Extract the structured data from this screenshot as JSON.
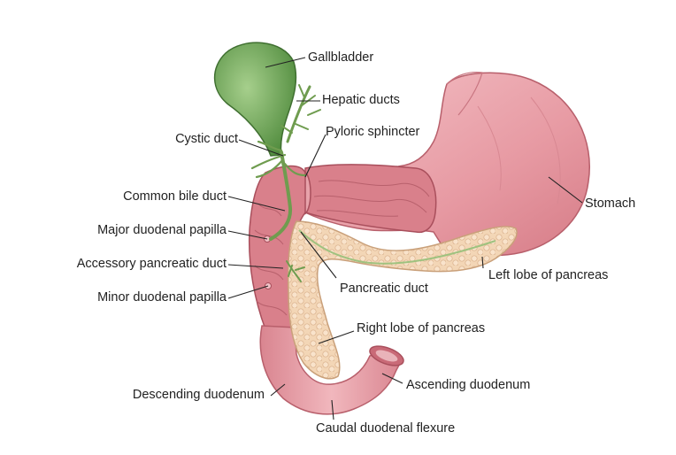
{
  "labels": {
    "gallbladder": "Gallbladder",
    "hepatic_ducts": "Hepatic ducts",
    "cystic_duct": "Cystic duct",
    "pyloric_sphincter": "Pyloric sphincter",
    "common_bile_duct": "Common bile duct",
    "stomach": "Stomach",
    "major_duodenal_papilla": "Major duodenal papilla",
    "accessory_pancreatic_duct": "Accessory pancreatic duct",
    "left_lobe_of_pancreas": "Left lobe of pancreas",
    "pancreatic_duct": "Pancreatic duct",
    "minor_duodenal_papilla": "Minor duodenal papilla",
    "right_lobe_of_pancreas": "Right lobe of pancreas",
    "ascending_duodenum": "Ascending duodenum",
    "descending_duodenum": "Descending duodenum",
    "caudal_duodenal_flexure": "Caudal duodenal flexure"
  },
  "colors": {
    "stomach": "#e8a0a6",
    "stomach_inner": "#c9707c",
    "duodenum": "#e59aa2",
    "pancreas": "#f2d2b0",
    "pancreas_edge": "#c9a07a",
    "gallbladder": "#6fa85a",
    "ducts": "#6f9c4f",
    "leader_line": "#222222"
  }
}
